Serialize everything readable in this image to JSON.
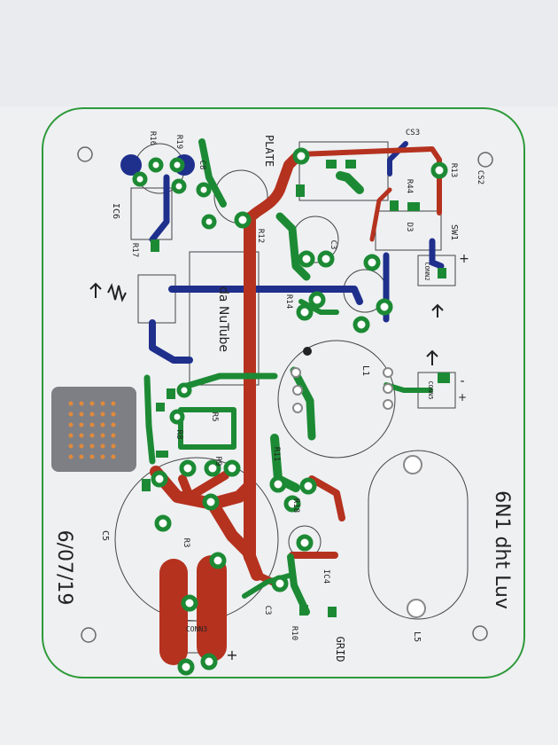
{
  "photo": {
    "subject": "printed circuit board layout printout",
    "colors": {
      "outline": "#2e9a3a",
      "top_copper": "#b5321f",
      "bottom_copper": "#1f2f8c",
      "green_copper": "#1c8a34",
      "silkscreen": "#222222",
      "paper": "#f1f2f4"
    }
  },
  "silkscreen": {
    "title": "6N1 dht Luv",
    "date": "6/07/19",
    "brand": "da NuTube",
    "plate": "PLATE",
    "grid": "GRID",
    "labels": {
      "ic6": "IC6",
      "r17": "R17",
      "r16": "R16",
      "r19": "R19",
      "c8": "C8",
      "r12": "R12",
      "c3a": "C3",
      "c3b": "C3",
      "r14": "R14",
      "r5": "R5",
      "r8": "R8",
      "r3": "R3",
      "c5": "C5",
      "l1": "L1",
      "l5": "L5",
      "sw1": "SW1",
      "conn2": "CONN2",
      "conn3": "CONN3",
      "conn5": "CONN5",
      "r18": "R18",
      "r10": "R10",
      "r44": "R44",
      "cs2": "CS2",
      "cs3": "CS3",
      "d3": "D3",
      "ic4": "IC4",
      "r11": "R11",
      "r9": "R9",
      "r13": "R13",
      "plus": "+",
      "minus": "-"
    }
  }
}
